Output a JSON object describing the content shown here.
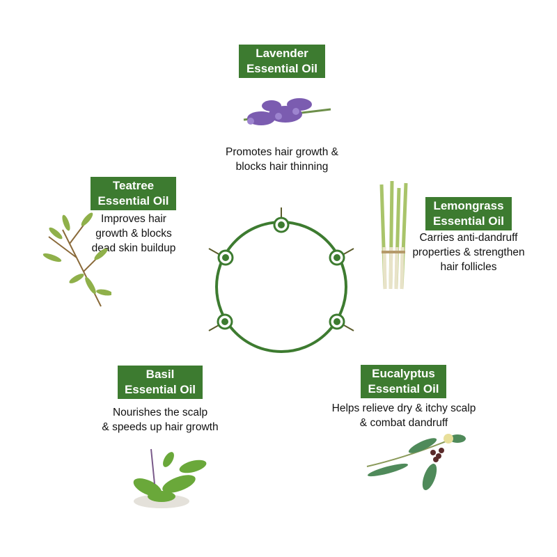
{
  "oils": [
    {
      "title1": "Lavender",
      "title2": "Essential Oil",
      "desc1": "Promotes hair growth &",
      "desc2": "blocks hair thinning",
      "icon": "lavender-icon"
    },
    {
      "title1": "Teatree",
      "title2": "Essential Oil",
      "desc1": "Improves hair",
      "desc2": "growth & blocks",
      "desc3": "dead skin buildup",
      "icon": "teatree-icon"
    },
    {
      "title1": "Lemongrass",
      "title2": "Essential Oil",
      "desc1": "Carries anti-dandruff",
      "desc2": "properties & strengthen",
      "desc3": "hair follicles",
      "icon": "lemongrass-icon"
    },
    {
      "title1": "Basil",
      "title2": "Essential Oil",
      "desc1": "Nourishes the scalp",
      "desc2": "& speeds up hair growth",
      "icon": "basil-icon"
    },
    {
      "title1": "Eucalyptus",
      "title2": "Essential Oil",
      "desc1": "Helps relieve dry & itchy scalp",
      "desc2": "& combat dandruff",
      "icon": "eucalyptus-icon"
    }
  ],
  "colors": {
    "accent": "#3d7b30",
    "text": "#111111"
  }
}
